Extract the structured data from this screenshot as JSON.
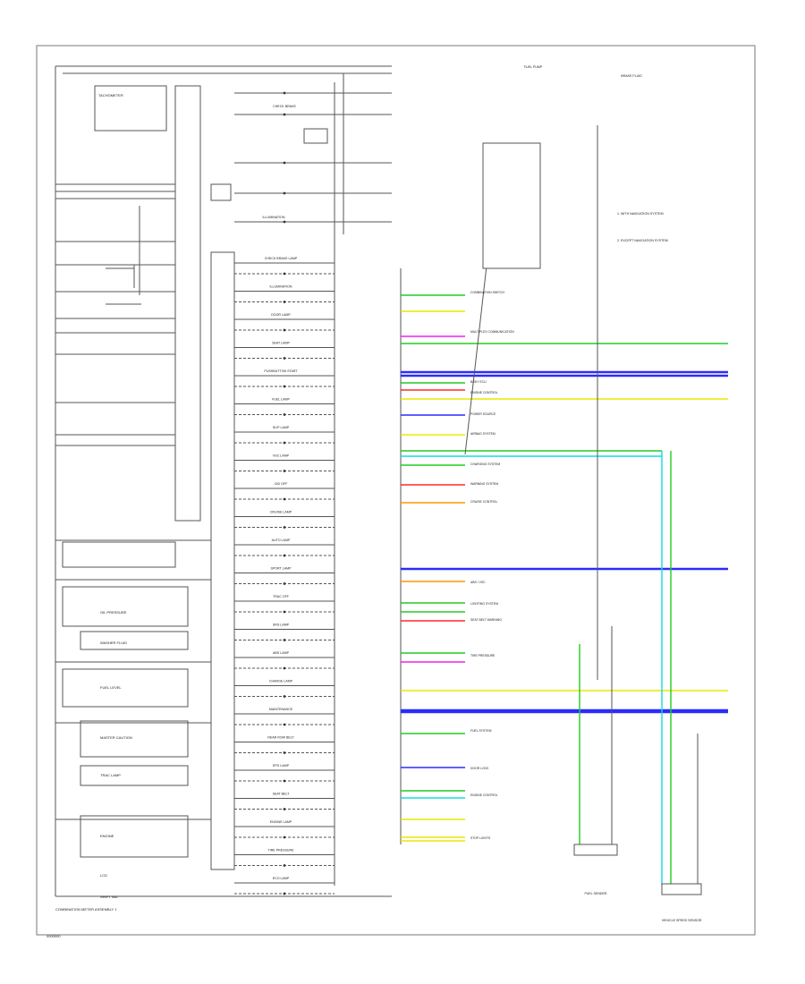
{
  "footer": {
    "caption": "COMBINATION METER ASSEMBLY 1",
    "page_mark": "0000000"
  },
  "meter_indicators": [
    "CHECK BRAKE LAMP",
    "ILLUMINATION",
    "DOOR LAMP",
    "SEAT LAMP",
    "PUSHBUTTON START",
    "FUEL LAMP",
    "SLIP LAMP",
    "VSC LAMP",
    "O/D OFF",
    "CRUISE LAMP",
    "AUTO LAMP",
    "SPORT LAMP",
    "TRAC OFF",
    "SRS LAMP",
    "ABS LAMP",
    "CHARGE LAMP",
    "MAINTENANCE",
    "REAR ROW BELT",
    "EPS LAMP",
    "SEAT BELT",
    "ENGINE LAMP",
    "TIRE PRESSURE",
    "ECO LAMP"
  ],
  "left_column_labels": [
    "TACHOMETER",
    "OIL PRESSURE",
    "WASHER FLUID",
    "FUEL LEVEL",
    "MASTER CAUTION",
    "TRAC LAMP",
    "ENGINE",
    "LCD",
    "SHIFT IND"
  ],
  "destinations": [
    "COMBINATION SWITCH",
    "MULTIPLEX COMMUNICATION",
    "BODY ECU",
    "ENGINE CONTROL",
    "POWER SOURCE",
    "AIRBAG SYSTEM",
    "CHARGING SYSTEM",
    "WARNING SYSTEM",
    "CRUISE CONTROL",
    "ABS / VSC",
    "LIGHTING SYSTEM",
    "SEAT BELT WARNING",
    "TIRE PRESSURE",
    "FUEL SYSTEM",
    "DOOR LOCK",
    "ENGINE CONTROL",
    "STOP LIGHTS"
  ],
  "notes": [
    "1. WITH NAVIGATION SYSTEM",
    "2. EXCEPT NAVIGATION SYSTEM"
  ],
  "connectors": [
    "FUEL SENDER",
    "VEHICLE SPEED SENSOR",
    "FUEL PUMP",
    "BRAKE FLUID"
  ],
  "colors": {
    "line": "#555555",
    "green": "#22cc22",
    "blue": "#2b2bff",
    "yellow": "#e8e800",
    "red": "#ff2a2a",
    "magenta": "#ee22ee",
    "cyan": "#11dddd",
    "orange": "#ff9900",
    "gray": "#9a9a9a"
  }
}
